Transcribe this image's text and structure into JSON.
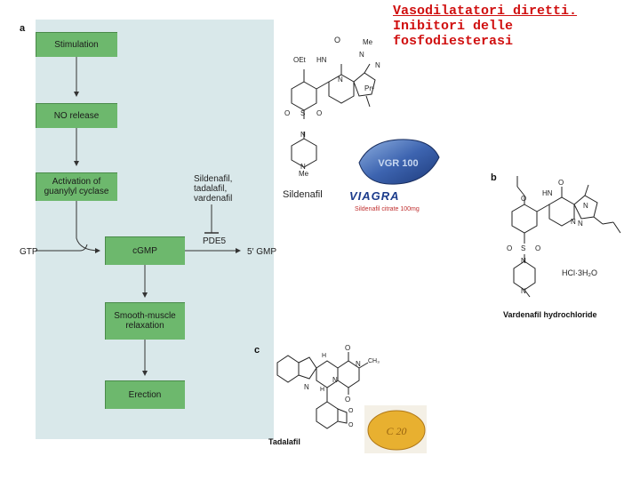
{
  "title": {
    "line1": "Vasodilatatori diretti.",
    "line2": "Inibitori delle fosfodiesterasi"
  },
  "panels": {
    "a": "a",
    "b": "b",
    "c": "c"
  },
  "flow": {
    "stimulation": "Stimulation",
    "no_release": "NO release",
    "activation_line1": "Activation of",
    "activation_line2": "guanylyl cyclase",
    "cgmp": "cGMP",
    "smooth_line1": "Smooth-muscle",
    "smooth_line2": "relaxation",
    "erection": "Erection",
    "gtp": "GTP",
    "pde5": "PDE5",
    "gmp": "5′ GMP",
    "inhibitors_line1": "Sildenafil,",
    "inhibitors_line2": "tadalafil,",
    "inhibitors_line3": "vardenafil"
  },
  "sildenafil": {
    "caption": "Sildenafil",
    "atoms": {
      "o_top": "O",
      "me_top": "Me",
      "oet": "OEt",
      "hn": "HN",
      "n1": "N",
      "n2": "N",
      "n3": "N",
      "pr": "Prⁿ",
      "o_left": "O",
      "s": "S",
      "o_right": "O",
      "n_pip_top": "N",
      "n_pip_bot": "N",
      "me_bot": "Me"
    }
  },
  "pill": {
    "imprint": "VGR 100",
    "brand": "VIAGRA",
    "subtitle": "Sildenafil citrate 100mg"
  },
  "vardenafil": {
    "caption": "Vardenafil hydrochloride",
    "hcl": "HCl·3H₂O",
    "atoms": {
      "o_ring": "O",
      "o_eth": "O",
      "hn": "HN",
      "n1": "N",
      "n2": "N",
      "n3": "N",
      "o_s_left": "O",
      "s": "S",
      "o_s_right": "O",
      "n_pip_top": "N",
      "n_pip_bot": "N"
    }
  },
  "tadalafil": {
    "caption": "Tadalafil",
    "pill_imprint": "C 20",
    "atoms": {
      "o_top": "O",
      "n_ch3": "N",
      "ch3": "CH₃",
      "n_left": "N",
      "h_top": "H",
      "h_mid": "H",
      "nh": "N",
      "o_bot": "O",
      "o1": "O",
      "o2": "O"
    }
  }
}
